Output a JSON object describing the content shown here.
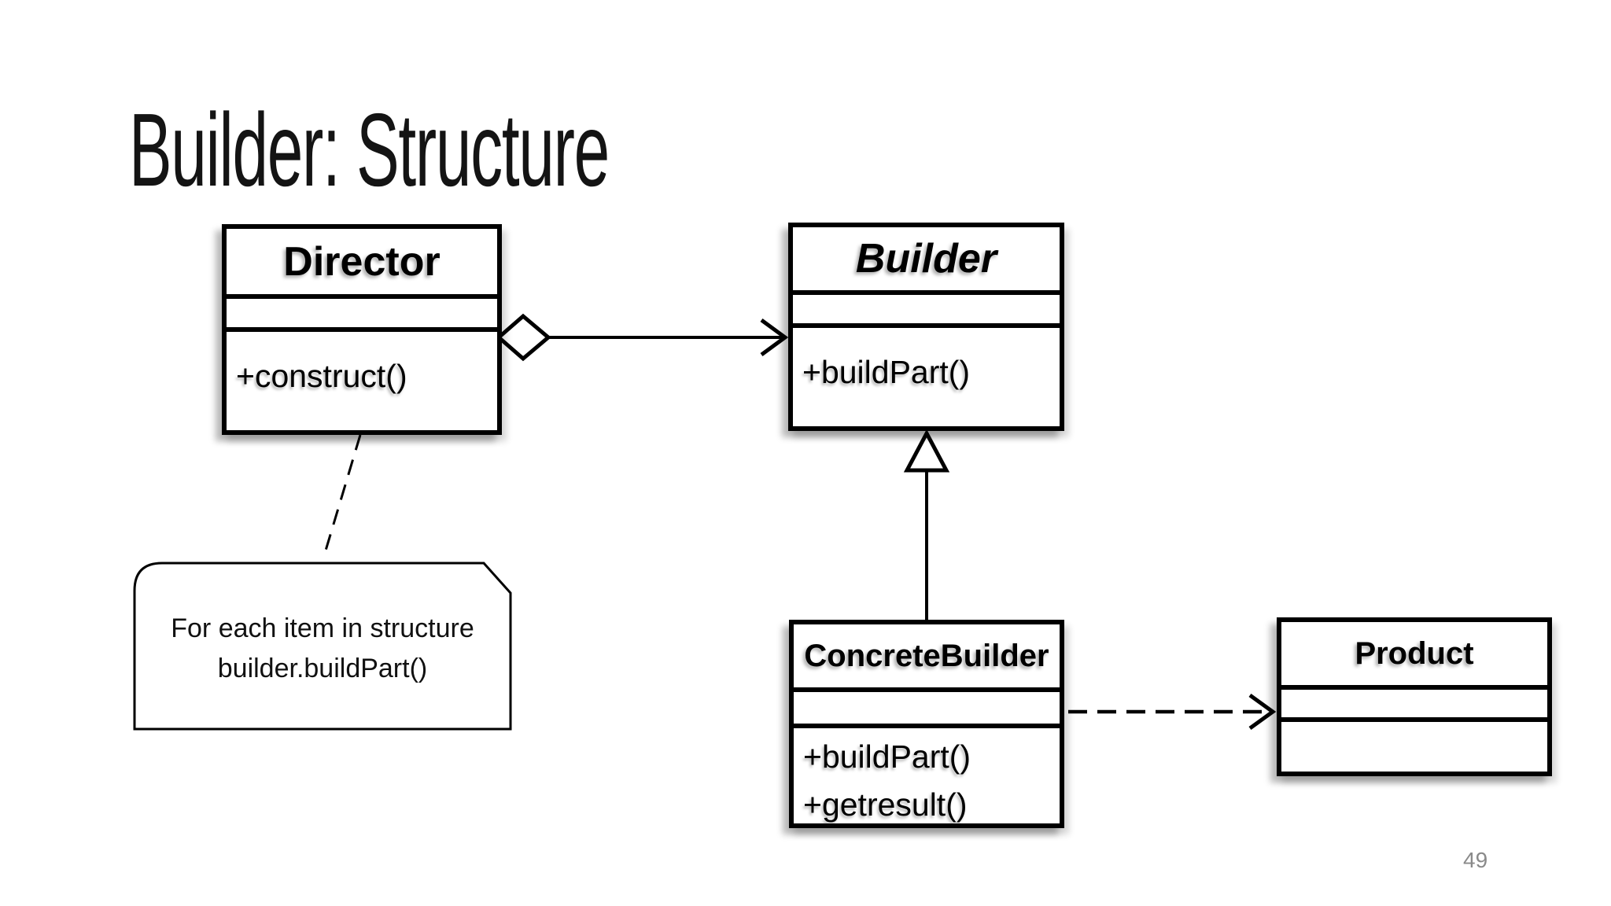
{
  "slide": {
    "title": "Builder: Structure",
    "page_number": "49"
  },
  "colors": {
    "background": "#ffffff",
    "line": "#000000",
    "box_fill": "#ffffff",
    "text": "#000000",
    "page_number": "#8a8a8a"
  },
  "diagram": {
    "type": "uml-class-diagram",
    "pattern": "Builder",
    "classes": [
      {
        "id": "director",
        "name": "Director",
        "name_style": "bold",
        "attributes": [],
        "methods": [
          "+construct()"
        ]
      },
      {
        "id": "builder",
        "name": "Builder",
        "name_style": "bold-italic-abstract",
        "attributes": [],
        "methods": [
          "+buildPart()"
        ]
      },
      {
        "id": "concrete-builder",
        "name": "ConcreteBuilder",
        "name_style": "bold",
        "attributes": [],
        "methods": [
          "+buildPart()",
          "+getresult()"
        ]
      },
      {
        "id": "product",
        "name": "Product",
        "name_style": "bold",
        "attributes": [],
        "methods": []
      }
    ],
    "note": {
      "lines": [
        "For each item in structure",
        "builder.buildPart()"
      ]
    },
    "connectors": [
      {
        "type": "aggregation",
        "from": "director",
        "to": "builder",
        "style": "solid",
        "marker_tail": "hollow-diamond",
        "marker_head": "open-arrow"
      },
      {
        "type": "generalization",
        "from": "concrete-builder",
        "to": "builder",
        "style": "solid",
        "marker_head": "hollow-triangle"
      },
      {
        "type": "dependency",
        "from": "concrete-builder",
        "to": "product",
        "style": "dashed",
        "marker_head": "open-arrow"
      },
      {
        "type": "note-anchor",
        "from": "director",
        "to": "note",
        "style": "dashed"
      }
    ]
  }
}
